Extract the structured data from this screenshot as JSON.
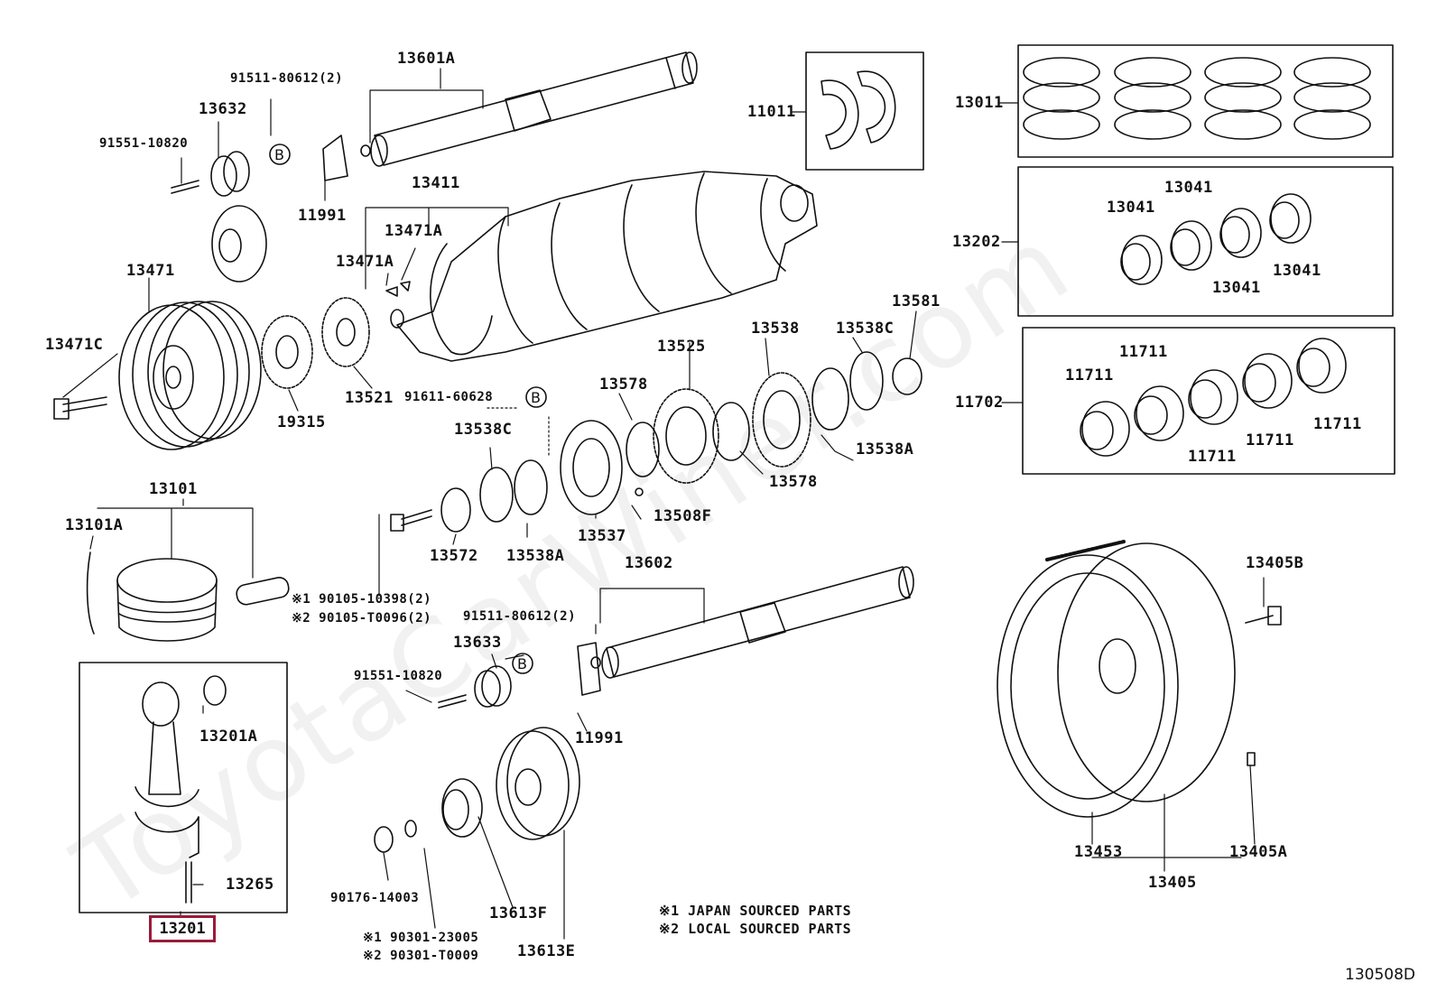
{
  "watermark": "ToyotaCarWiner.com",
  "diagram_code": "130508D",
  "notes": {
    "n1": "※1 JAPAN SOURCED PARTS",
    "n2": "※2 LOCAL SOURCED PARTS"
  },
  "circle_b": "B",
  "selected_part": "13201",
  "parts": {
    "p13601A": "13601A",
    "p91511a": "91511-80612(2)",
    "p13632": "13632",
    "p91551a": "91551-10820",
    "p11991a": "11991",
    "p13411": "13411",
    "p13471A_1": "13471A",
    "p13471A_2": "13471A",
    "p13471": "13471",
    "p13471C": "13471C",
    "p19315": "19315",
    "p13521": "13521",
    "p11011": "11011",
    "p13011": "13011",
    "p13202": "13202",
    "p13041_a": "13041",
    "p13041_b": "13041",
    "p13041_c": "13041",
    "p13041_d": "13041",
    "p11702": "11702",
    "p11711_a": "11711",
    "p11711_b": "11711",
    "p11711_c": "11711",
    "p11711_d": "11711",
    "p11711_e": "11711",
    "p13581": "13581",
    "p13538": "13538",
    "p13538C_1": "13538C",
    "p13525": "13525",
    "p13578_1": "13578",
    "p91611": "91611-60628",
    "p13538A_1": "13538A",
    "p13578_2": "13578",
    "p13538C_2": "13538C",
    "p13508F": "13508F",
    "p13537": "13537",
    "p13572": "13572",
    "p13538A_2": "13538A",
    "p13101": "13101",
    "p13101A": "13101A",
    "p90105_1": "※1 90105-10398(2)",
    "p90105_2": "※2 90105-T0096(2)",
    "p13602": "13602",
    "p91511b": "91511-80612(2)",
    "p13633": "13633",
    "p91551b": "91551-10820",
    "p11991b": "11991",
    "p13201A": "13201A",
    "p13265": "13265",
    "p90176": "90176-14003",
    "p90301_1": "※1 90301-23005",
    "p90301_2": "※2 90301-T0009",
    "p13613F": "13613F",
    "p13613E": "13613E",
    "p13405B": "13405B",
    "p13453": "13453",
    "p13405A": "13405A",
    "p13405": "13405"
  }
}
